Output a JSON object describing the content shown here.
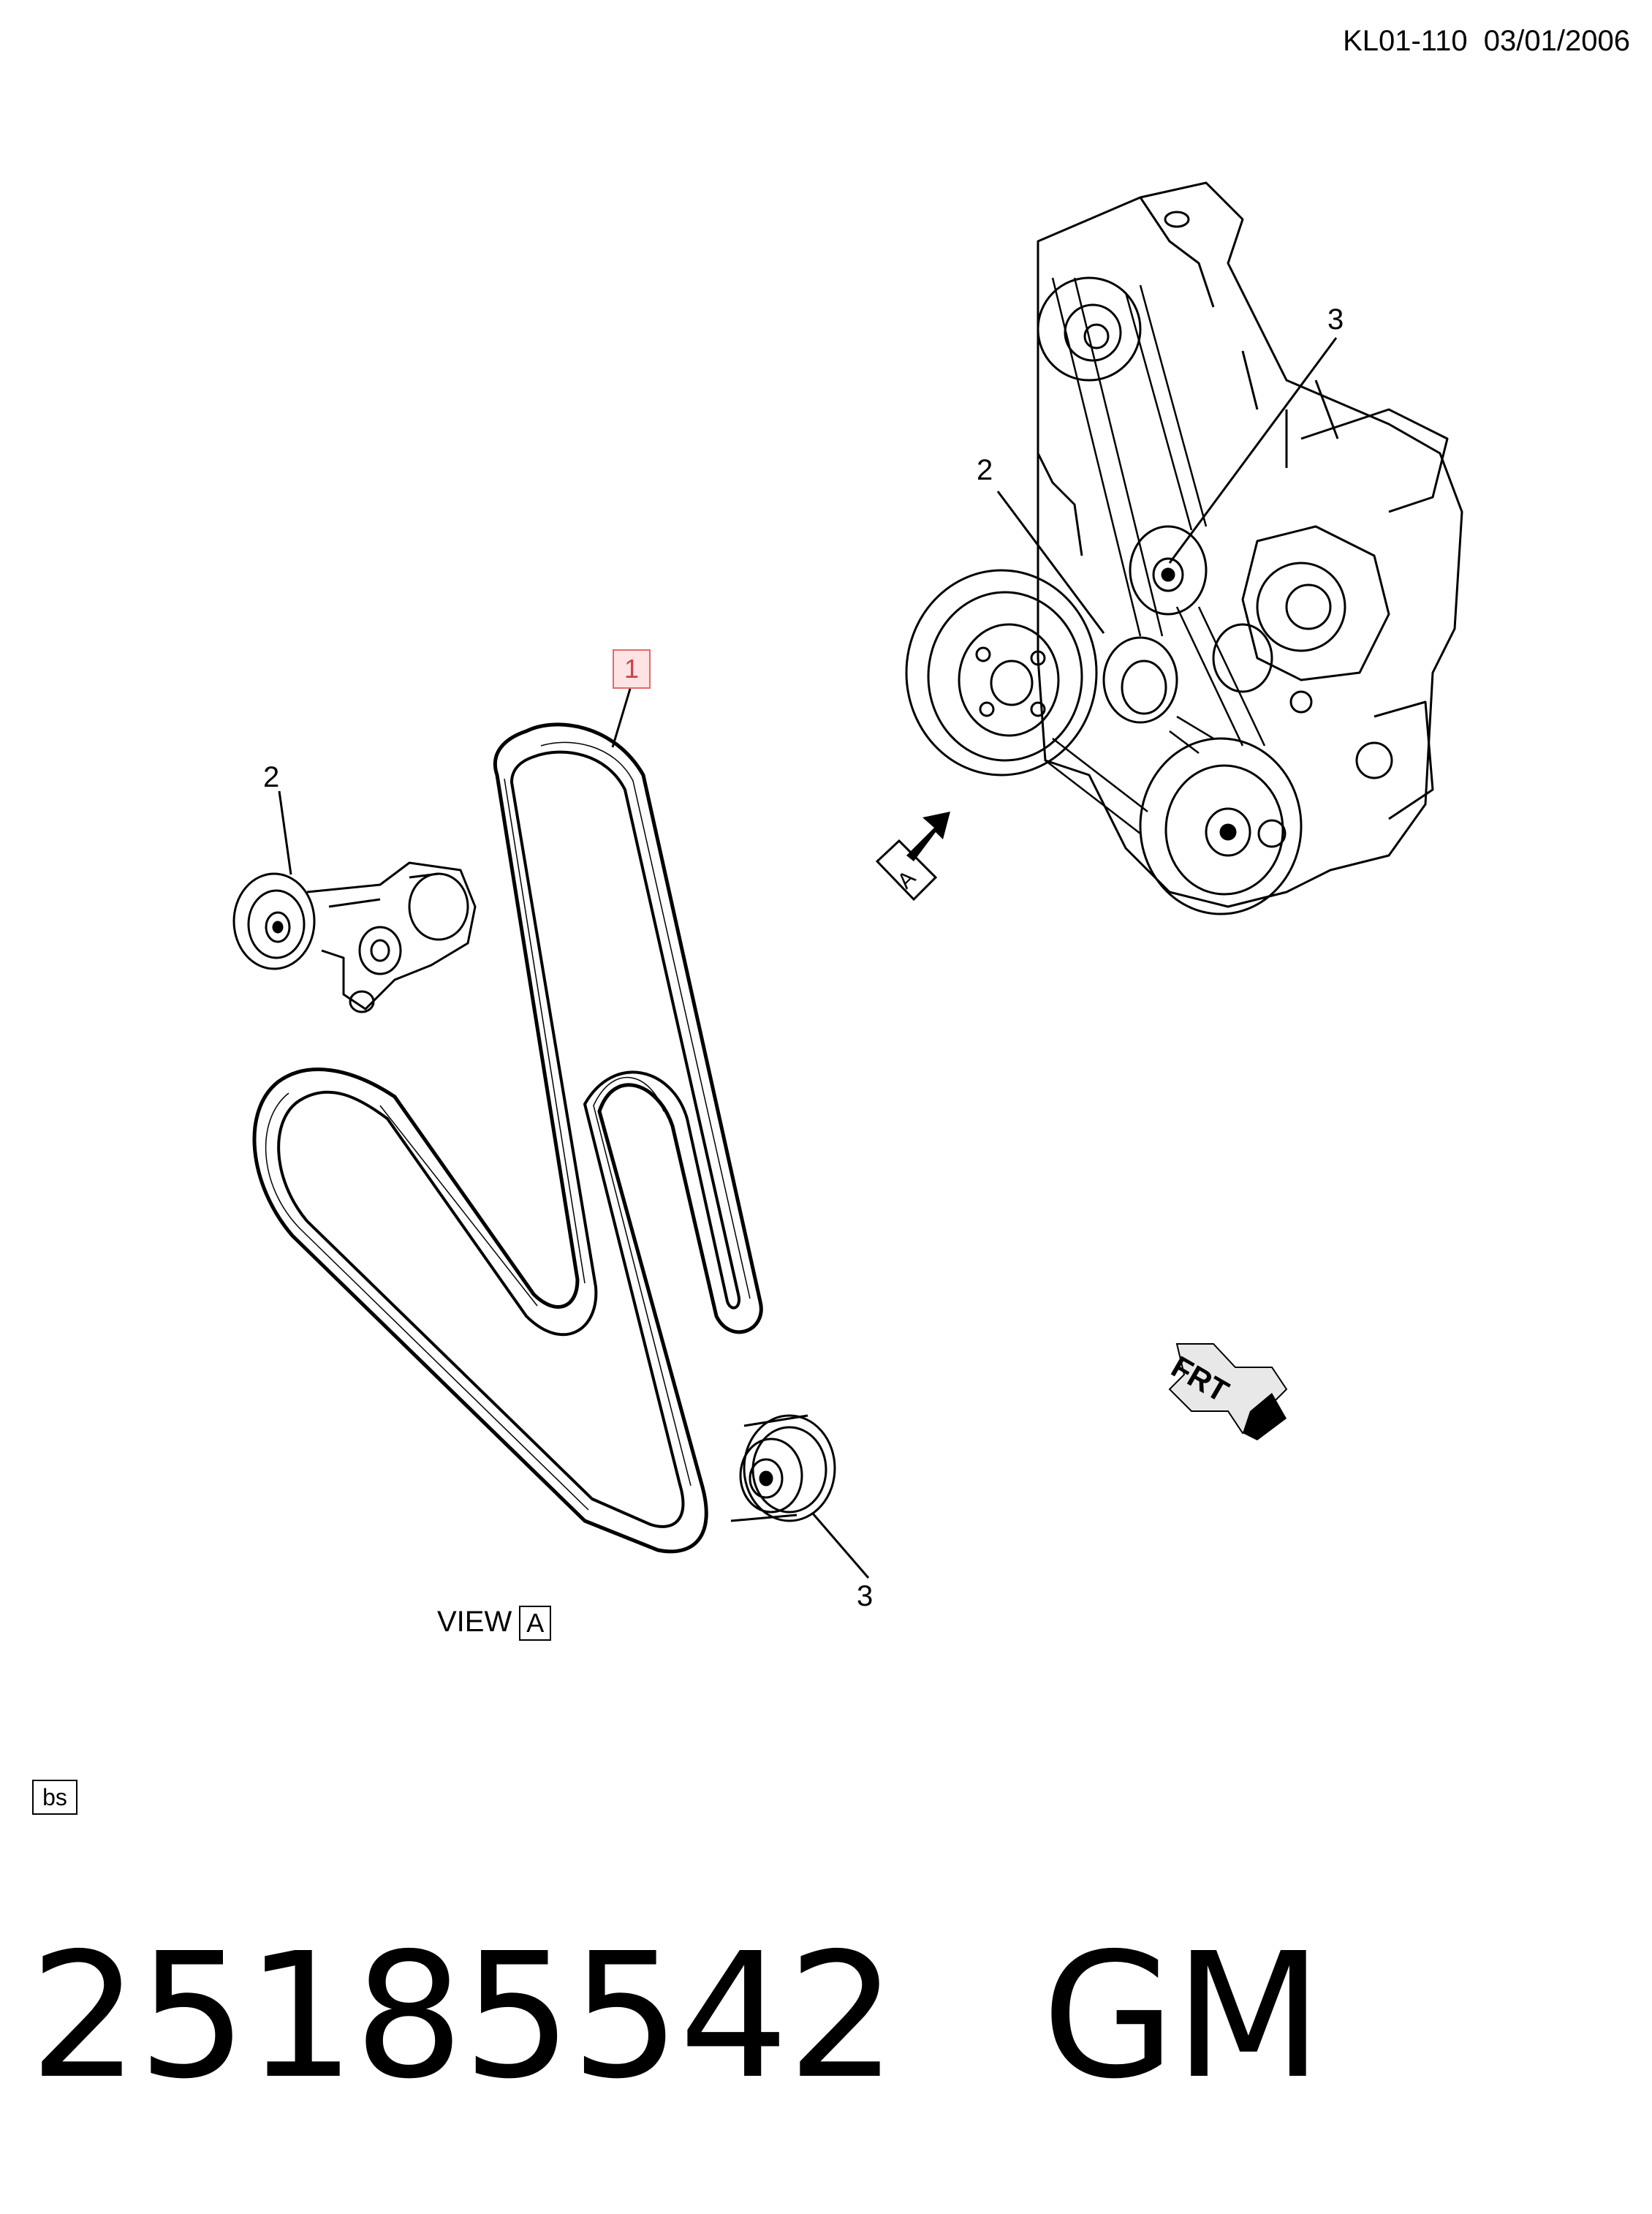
{
  "header": {
    "ref": "KL01-110  03/01/2006"
  },
  "callouts": {
    "belt": "1",
    "tensioner": "2",
    "idler": "3",
    "engine_tensioner": "2",
    "engine_idler": "3"
  },
  "view": {
    "label": "VIEW",
    "letter": "A"
  },
  "view_arrow": {
    "letter": "A"
  },
  "frt_arrow": {
    "label": "FRT"
  },
  "bs": "bs",
  "part": {
    "number": "25185542",
    "maker": "GM"
  }
}
